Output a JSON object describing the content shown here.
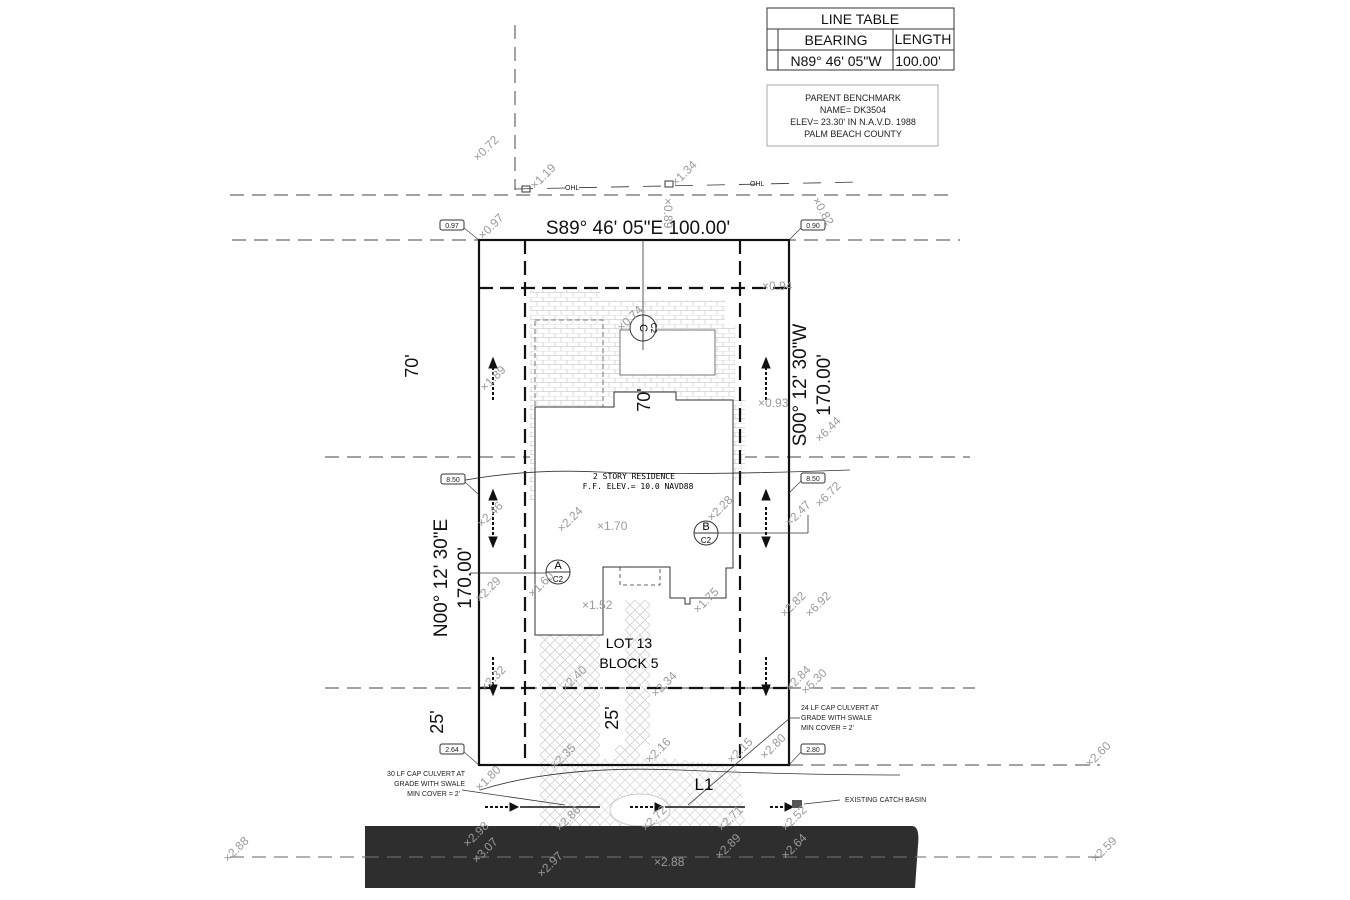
{
  "line_table": {
    "title": "LINE TABLE",
    "headers": [
      "BEARING",
      "LENGTH"
    ],
    "rows": [
      {
        "bearing": "N89° 46' 05\"W",
        "length": "100.00'"
      }
    ]
  },
  "benchmark": {
    "lines": [
      "PARENT BENCHMARK",
      "NAME= DK3504",
      "ELEV= 23.30' IN N.A.V.D. 1988",
      "PALM BEACH COUNTY"
    ]
  },
  "bearings": {
    "north": "S89° 46' 05\"E  100.00'",
    "east_bearing": "S00° 12' 30\"W",
    "east_length": "170.00'",
    "west_bearing": "N00° 12' 30\"E",
    "west_length": "170.00'"
  },
  "dimensions": {
    "rear_setback": "70'",
    "rear_setback_inner": "70'",
    "front_setback": "25'",
    "front_setback_inner": "25'"
  },
  "house": {
    "line1": "2 STORY RESIDENCE",
    "line2": "F.F. ELEV.= 10.0 NAVD88"
  },
  "lot": {
    "line1": "LOT 13",
    "line2": "BLOCK 5"
  },
  "line_label": "L1",
  "sections": [
    {
      "letter": "A",
      "sheet": "C2"
    },
    {
      "letter": "B",
      "sheet": "C2"
    },
    {
      "letter": "C",
      "sheet": "C2"
    }
  ],
  "tags": [
    "0.97",
    "0.90",
    "8.50",
    "8.50",
    "2.64",
    "2.80"
  ],
  "notes": {
    "culvert_left": [
      "30 LF CAP CULVERT AT",
      "GRADE WITH SWALE",
      "MIN COVER = 2'"
    ],
    "culvert_right": [
      "24 LF CAP CULVERT AT",
      "GRADE WITH SWALE",
      "MIN COVER = 2'"
    ],
    "catch_basin": "EXISTING CATCH BASIN",
    "overhead_line_label": "OHL"
  },
  "spot_elevations": [
    "0.72",
    "1.19",
    "1.34",
    "0.89",
    "0.82",
    "0.97",
    "0.94",
    "0.74",
    "1.89",
    "0.93",
    "6.44",
    "2.46",
    "2.24",
    "1.70",
    "2.28",
    "2.47",
    "6.72",
    "2.29",
    "1.60",
    "1.52",
    "1.75",
    "2.82",
    "6.92",
    "2.32",
    "2.40",
    "2.34",
    "2.84",
    "5.30",
    "2.35",
    "2.16",
    "2.15",
    "2.80",
    "1.80",
    "2.60",
    "2.88",
    "2.98",
    "3.07",
    "2.86",
    "2.72",
    "2.71",
    "2.52",
    "2.97",
    "2.88",
    "2.89",
    "2.64",
    "2.59"
  ],
  "colors": {
    "road": "#2e2e2e",
    "line": "#111111",
    "spot": "#9a9a9a",
    "paver": "#c8c8c8"
  }
}
